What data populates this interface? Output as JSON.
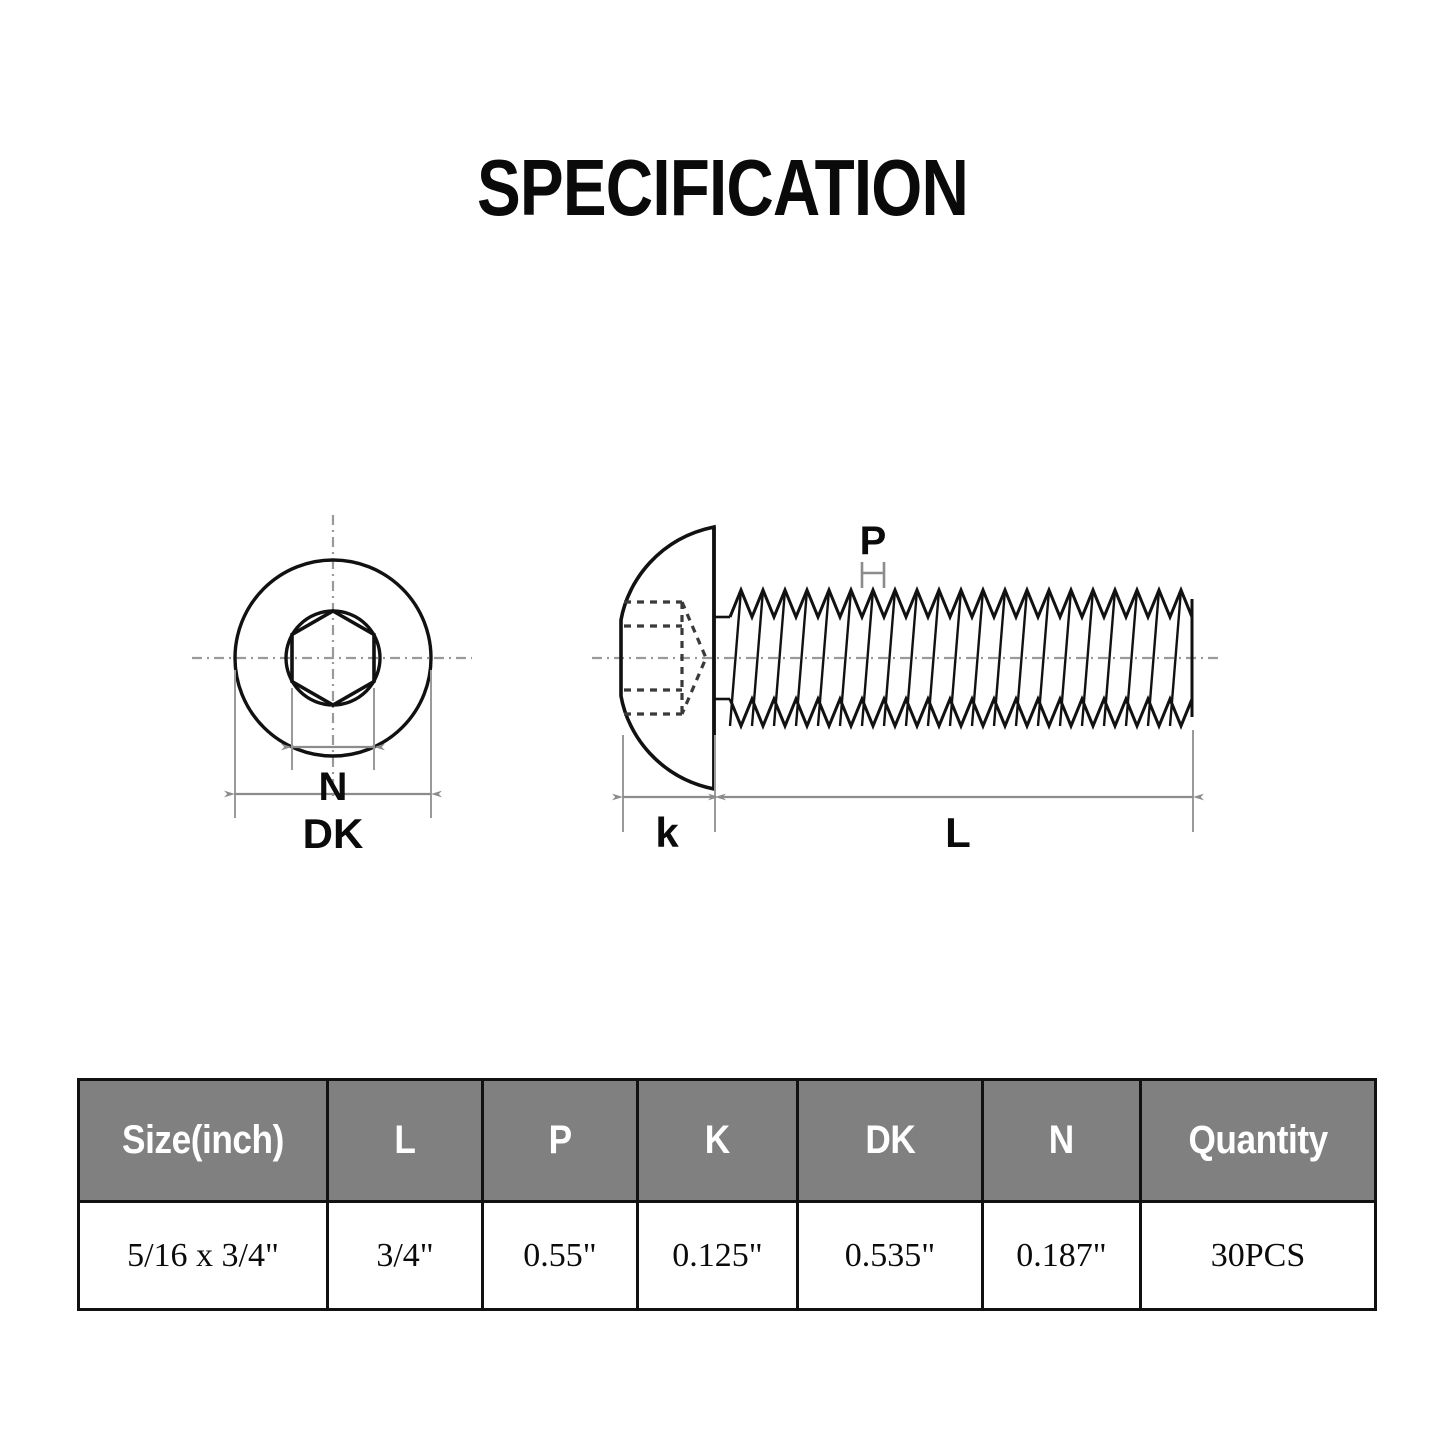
{
  "page": {
    "title": "SPECIFICATION",
    "background_color": "#ffffff"
  },
  "diagram": {
    "name": "button-head-socket-cap-screw-drawing",
    "views": [
      {
        "name": "top-view",
        "description": "head top view with hexagon socket"
      },
      {
        "name": "side-view",
        "description": "button head profile with threaded shank"
      }
    ],
    "labels": {
      "n": "N",
      "dk": "DK",
      "p": "P",
      "k": "k",
      "l": "L"
    },
    "colors": {
      "outline": "#111111",
      "dimension": "#8c8c8c",
      "centerline": "#9a9a9a",
      "hidden": "#4a4a4a"
    }
  },
  "table": {
    "name": "specification-table",
    "header_background": "#808080",
    "header_text_color": "#ffffff",
    "border_color": "#111111",
    "columns": [
      "Size(inch)",
      "L",
      "P",
      "K",
      "DK",
      "N",
      "Quantity"
    ],
    "rows": [
      {
        "size_inch": "5/16 x 3/4\"",
        "l": "3/4\"",
        "p": "0.55\"",
        "k": "0.125\"",
        "dk": "0.535\"",
        "n": "0.187\"",
        "quantity": "30PCS"
      }
    ]
  }
}
